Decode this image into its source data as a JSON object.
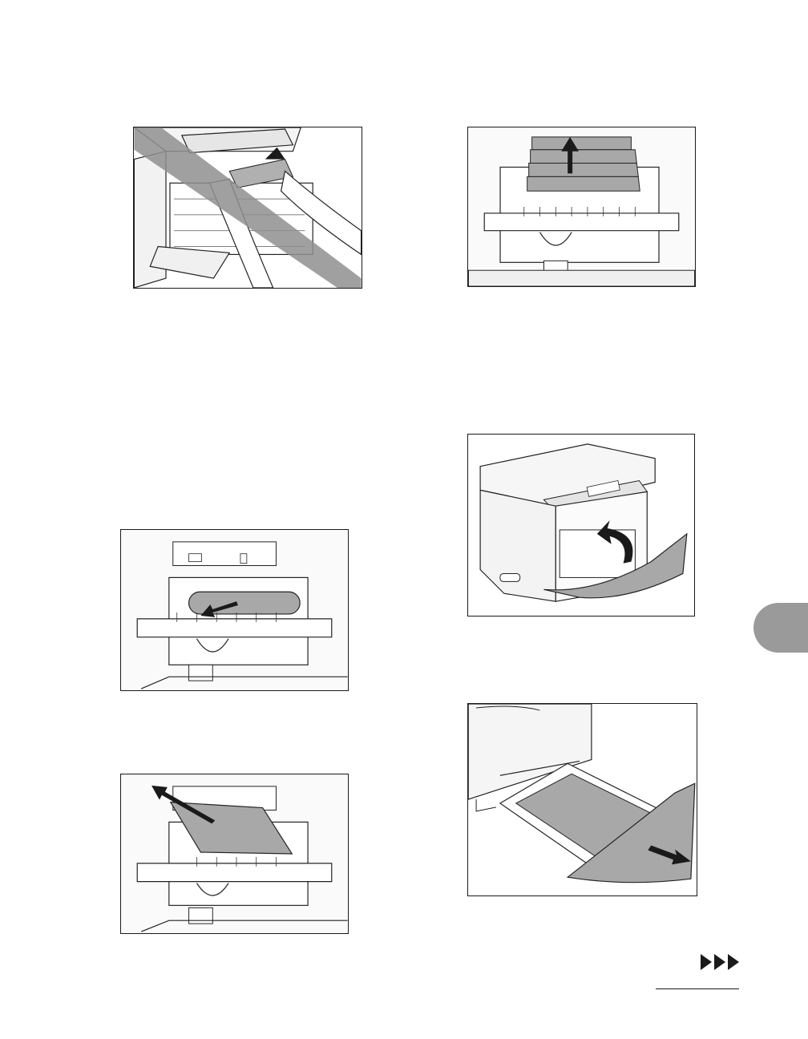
{
  "page": {
    "illustrations": [
      {
        "name": "incorrect-paper-removal",
        "marked": "crossed-out"
      },
      {
        "name": "pull-paper-up-from-fixing-area"
      },
      {
        "name": "close-front-cover"
      },
      {
        "name": "pull-jammed-paper-roll"
      },
      {
        "name": "pull-out-paper-cassette"
      },
      {
        "name": "pull-paper-upward"
      }
    ],
    "colors": {
      "ink": "#1a1a1a",
      "paper_fill": "#a8a8a8",
      "strike_band": "#8f8f8f",
      "section_tab": "#9a9a9a"
    },
    "icons": [
      "continue-arrows-icon"
    ]
  }
}
